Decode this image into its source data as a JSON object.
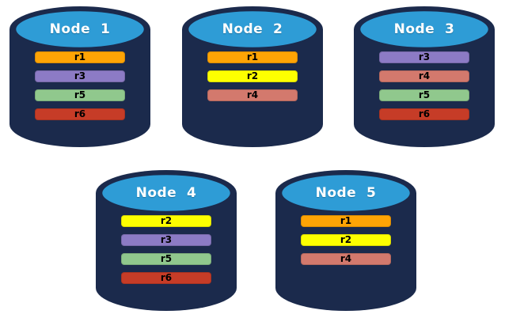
{
  "colors": {
    "background": "#FFFFFF",
    "cylinder_body": "#1B2A4C",
    "cylinder_top": "#2E9CD6",
    "cylinder_top_stroke": "#1B2A4C",
    "node_title_text": "#FFFFFF",
    "bar_text": "#000000",
    "replicas": {
      "r1": "#FFA405",
      "r2": "#FDFF00",
      "r3": "#8C7BC5",
      "r4": "#D3796D",
      "r5": "#90C88D",
      "r6": "#C63C27"
    }
  },
  "nodes": [
    {
      "label": "Node  1",
      "replicas": [
        "r1",
        "r3",
        "r5",
        "r6"
      ]
    },
    {
      "label": "Node  2",
      "replicas": [
        "r1",
        "r2",
        "r4"
      ]
    },
    {
      "label": "Node  3",
      "replicas": [
        "r3",
        "r4",
        "r5",
        "r6"
      ]
    },
    {
      "label": "Node  4",
      "replicas": [
        "r2",
        "r3",
        "r5",
        "r6"
      ]
    },
    {
      "label": "Node  5",
      "replicas": [
        "r1",
        "r2",
        "r4"
      ]
    }
  ]
}
